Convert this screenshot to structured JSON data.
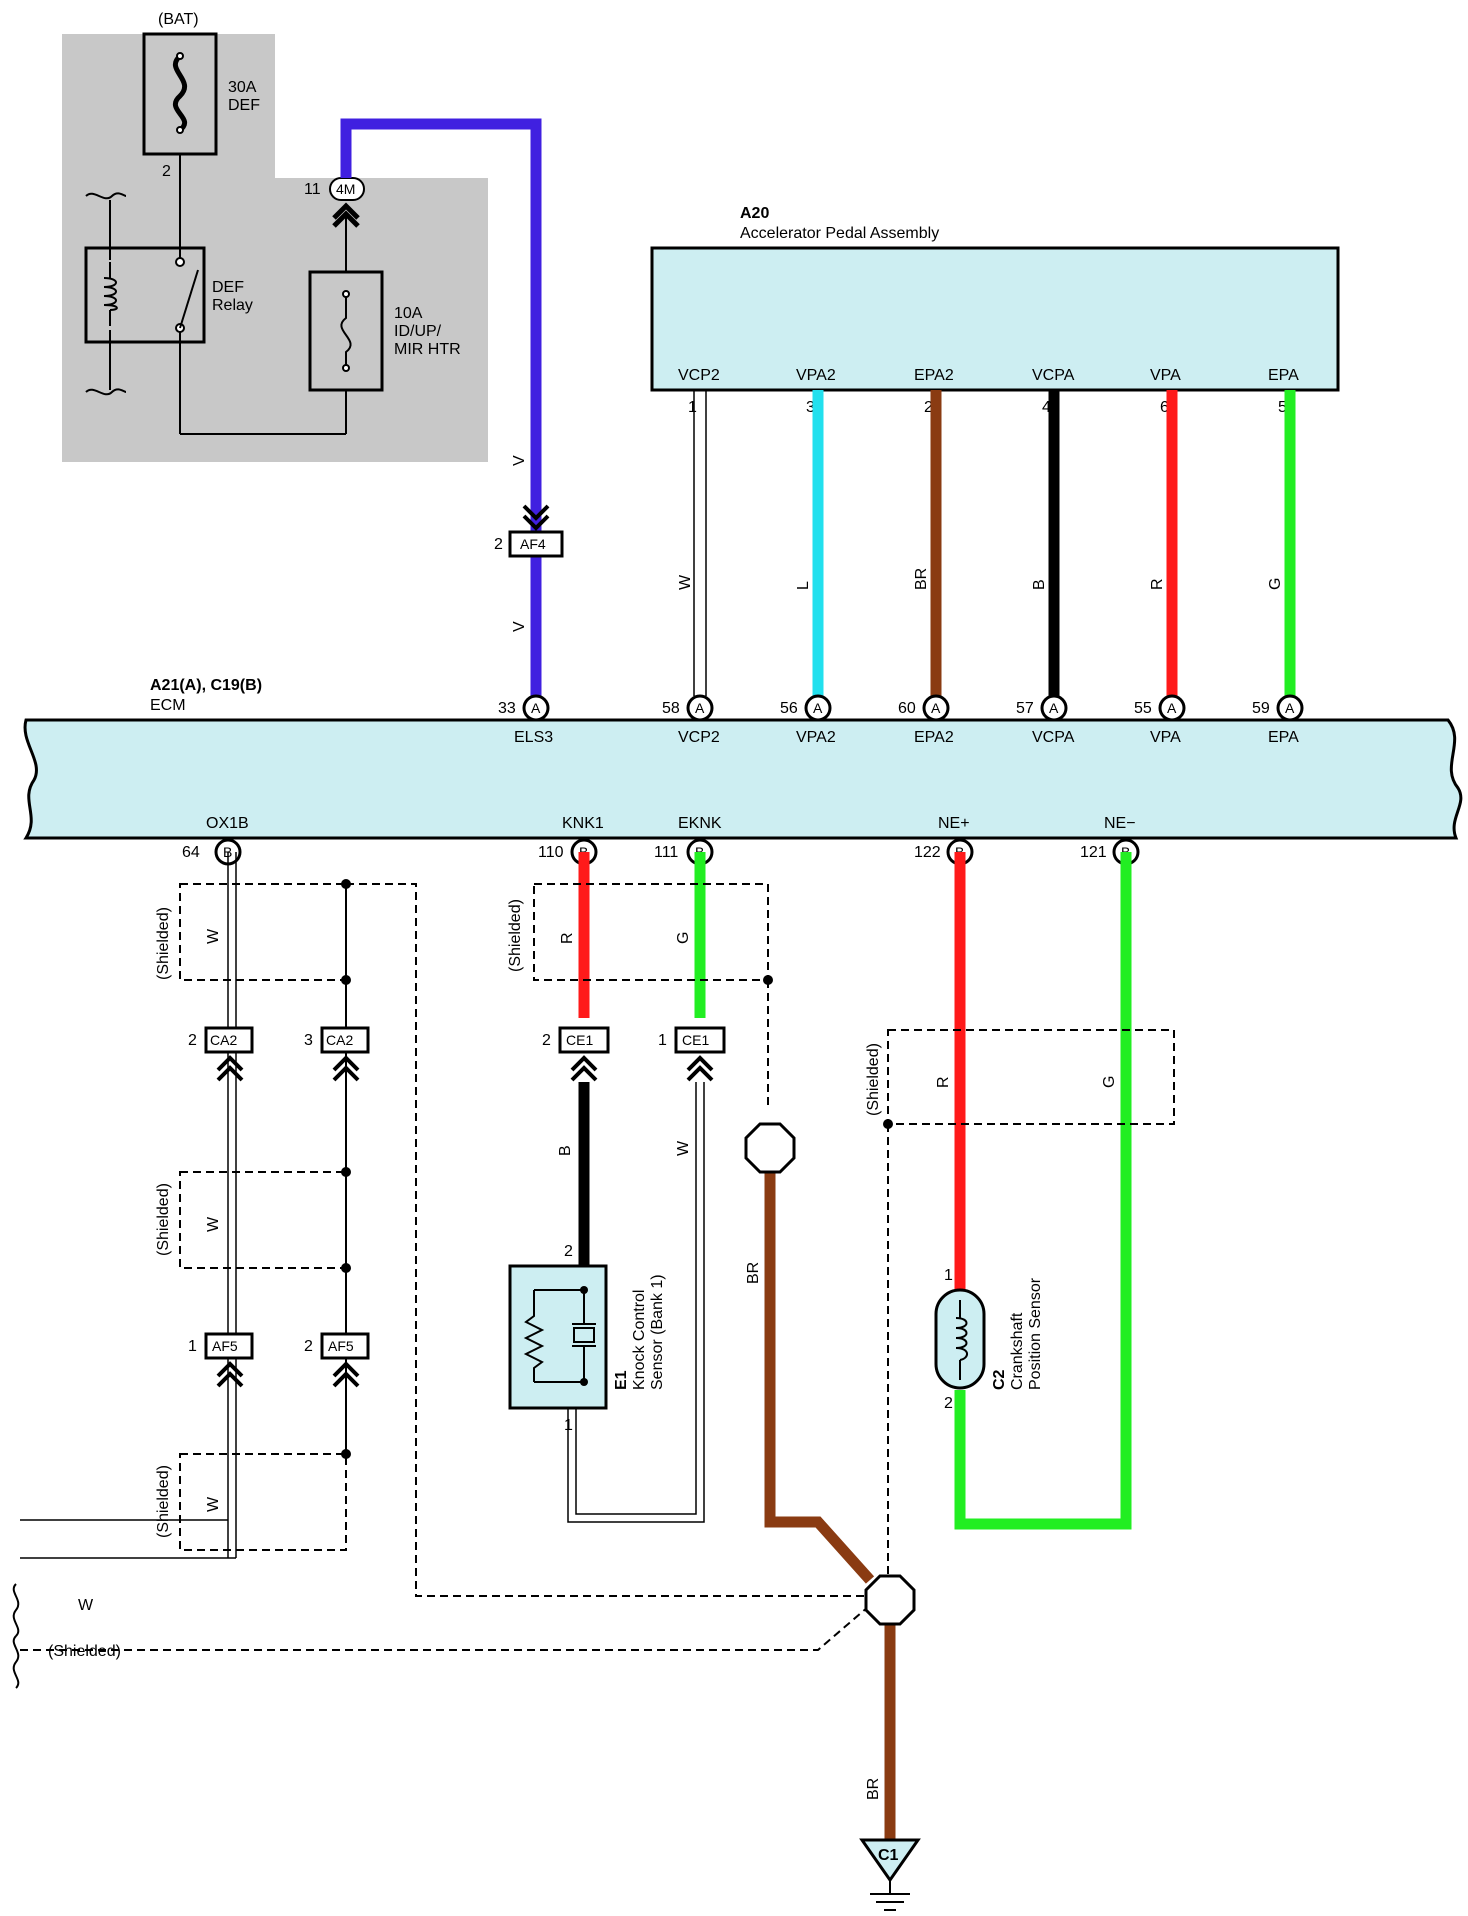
{
  "power": {
    "bat_label": "(BAT)",
    "fuse_def_amp": "30A",
    "fuse_def_name": "DEF",
    "fuse_def_pin": "2",
    "relay_line1": "DEF",
    "relay_line2": "Relay",
    "fuse2_amp": "10A",
    "fuse2_line2": "ID/UP/",
    "fuse2_line3": "MIR HTR",
    "conn_4m_pin": "11",
    "conn_4m": "4M"
  },
  "af4": {
    "pin": "2",
    "name": "AF4",
    "wire_top": "V",
    "wire_bottom": "V"
  },
  "a20": {
    "id": "A20",
    "title": "Accelerator Pedal Assembly",
    "pins": [
      {
        "name": "VCP2",
        "num": "1",
        "wire": "W",
        "color": "#ffffff"
      },
      {
        "name": "VPA2",
        "num": "3",
        "wire": "L",
        "color": "#22e0ee"
      },
      {
        "name": "EPA2",
        "num": "2",
        "wire": "BR",
        "color": "#8a3b12"
      },
      {
        "name": "VCPA",
        "num": "4",
        "wire": "B",
        "color": "#000000"
      },
      {
        "name": "VPA",
        "num": "6",
        "wire": "R",
        "color": "#ff1a1a"
      },
      {
        "name": "EPA",
        "num": "5",
        "wire": "G",
        "color": "#22ee22"
      }
    ]
  },
  "ecm": {
    "id": "A21(A), C19(B)",
    "name": "ECM",
    "top_pins": [
      {
        "num": "33",
        "conn": "A",
        "name": "ELS3"
      },
      {
        "num": "58",
        "conn": "A",
        "name": "VCP2"
      },
      {
        "num": "56",
        "conn": "A",
        "name": "VPA2"
      },
      {
        "num": "60",
        "conn": "A",
        "name": "EPA2"
      },
      {
        "num": "57",
        "conn": "A",
        "name": "VCPA"
      },
      {
        "num": "55",
        "conn": "A",
        "name": "VPA"
      },
      {
        "num": "59",
        "conn": "A",
        "name": "EPA"
      }
    ],
    "bottom_pins": [
      {
        "num": "64",
        "conn": "B",
        "name": "OX1B"
      },
      {
        "num": "110",
        "conn": "B",
        "name": "KNK1"
      },
      {
        "num": "111",
        "conn": "B",
        "name": "EKNK"
      },
      {
        "num": "122",
        "conn": "B",
        "name": "NE+"
      },
      {
        "num": "121",
        "conn": "B",
        "name": "NE−"
      }
    ]
  },
  "ox": {
    "shielded": "(Shielded)",
    "wire": "W",
    "ca2_left_pin": "2",
    "ca2_right_pin": "3",
    "ca2": "CA2",
    "af5_left_pin": "1",
    "af5_right_pin": "2",
    "af5": "AF5",
    "bottom_wire": "W",
    "bottom_shield": "(Shielded)"
  },
  "knock": {
    "shielded": "(Shielded)",
    "wire_r": "R",
    "wire_g": "G",
    "ce1_left_pin": "2",
    "ce1_right_pin": "1",
    "ce1": "CE1",
    "wire_b": "B",
    "wire_w": "W",
    "sensor_pin_top": "2",
    "sensor_pin_bottom": "1",
    "sensor_id": "E1",
    "sensor_line1": "Knock Control",
    "sensor_line2": "Sensor (Bank 1)",
    "br_wire": "BR"
  },
  "crank": {
    "shielded": "(Shielded)",
    "wire_r": "R",
    "wire_g": "G",
    "pin_top": "1",
    "pin_bottom": "2",
    "sensor_id": "C2",
    "sensor_line1": "Crankshaft",
    "sensor_line2": "Position Sensor"
  },
  "ground": {
    "wire": "BR",
    "id": "C1"
  }
}
